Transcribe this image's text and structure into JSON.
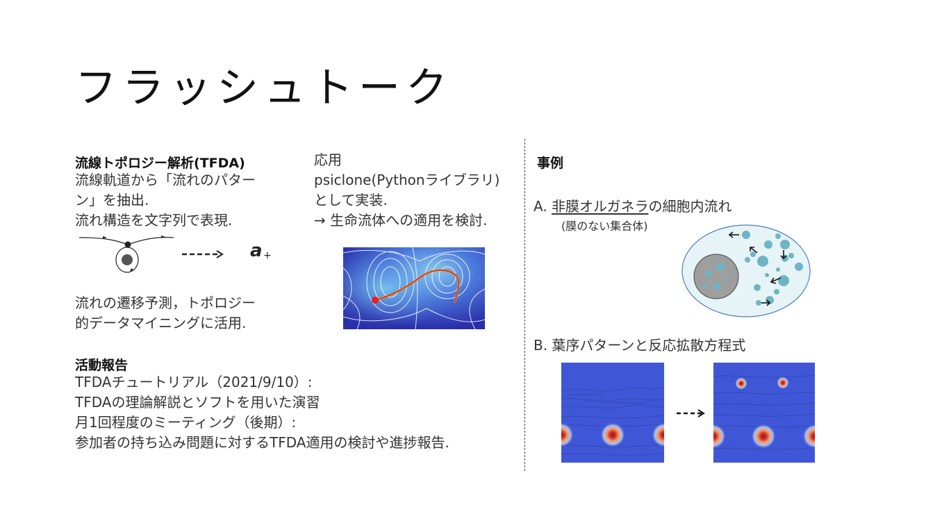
{
  "title": "フラッシュトーク",
  "tfda": {
    "heading": "流線トポロジー解析(TFDA)",
    "lines": [
      "流線軌道から「流れのパター",
      "ン」を抽出.",
      "流れ構造を文字列で表現."
    ],
    "symbol": "a",
    "symbol_sub": "+",
    "lines2": [
      "流れの遷移予測，トポロジー",
      "的データマイニングに活用."
    ]
  },
  "application": {
    "heading": "応用",
    "lines": [
      "psiclone(Pythonライブラリ)",
      "として実装.",
      "→ 生命流体への適用を検討."
    ]
  },
  "activity": {
    "heading": "活動報告",
    "lines": [
      "TFDAチュートリアル（2021/9/10）:",
      "TFDAの理論解説とソフトを用いた演習",
      "月1回程度のミーティング（後期）:",
      "参加者の持ち込み問題に対するTFDA適用の検討や進捗報告."
    ]
  },
  "cases": {
    "heading": "事例",
    "a_prefix": "A.",
    "a_underlined": "非膜オルガネラ",
    "a_rest": "の細胞内流れ",
    "a_sub": "(膜のない集合体)",
    "b_label": "B. 葉序パターンと反応拡散方程式"
  },
  "colors": {
    "cell_fill": "#e6f4f7",
    "cell_stroke": "#4a7fb8",
    "nucleus": "#9e9e9e",
    "droplet": "#6fb4c4",
    "field_blue": "#3f57d6",
    "hotspot_red": "#d8302a"
  }
}
